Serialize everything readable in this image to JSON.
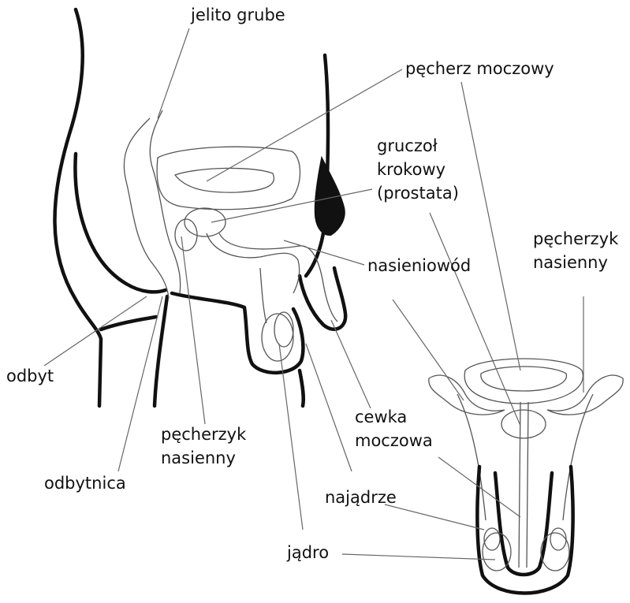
{
  "labels": {
    "jelito_grube": "jelito grube",
    "pecherz_moczowy": "pęcherz moczowy",
    "gruczol_krokowy": "gruczoł\nkrokowy\n(prostata)",
    "pecherzyk_nasienny_right": "pęcherzyk\nnasienny",
    "nasieniowod": "nasieniowód",
    "odbyt": "odbyt",
    "pecherzyk_nasienny_left": "pęcherzyk\nnasienny",
    "cewka_moczowa": "cewka\nmoczowa",
    "odbytnica": "odbytnica",
    "najadrze": "najądrze",
    "jadro": "jądro"
  },
  "colors": {
    "outline": "#111111",
    "organ": "#555555",
    "leader": "#666666",
    "background": "#ffffff"
  }
}
